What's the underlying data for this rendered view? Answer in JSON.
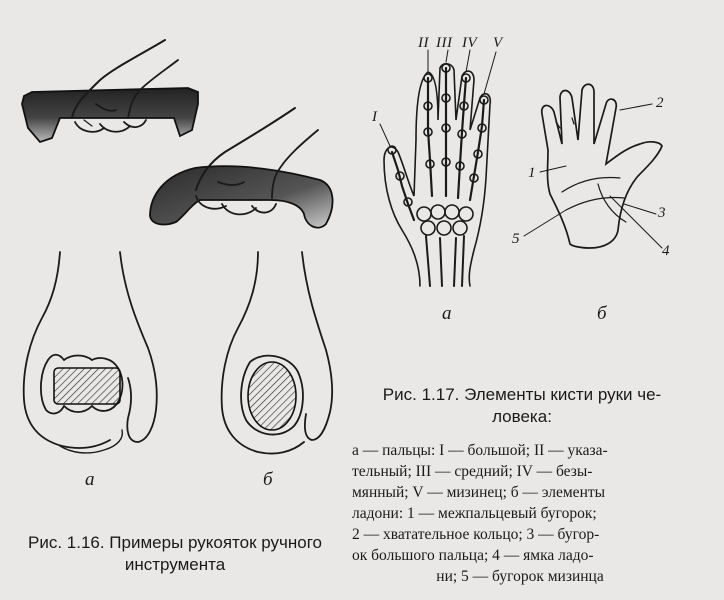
{
  "fig116": {
    "label_a": "а",
    "label_b": "б",
    "caption_line1": "Рис. 1.16. Примеры рукояток ручного",
    "caption_line2": "инструмента"
  },
  "fig117": {
    "roman_I": "I",
    "roman_II": "II",
    "roman_III": "III",
    "roman_IV": "IV",
    "roman_V": "V",
    "num_1": "1",
    "num_2": "2",
    "num_3": "3",
    "num_4": "4",
    "num_5": "5",
    "label_a": "а",
    "label_b": "б",
    "caption_title_line1": "Рис. 1.17. Элементы кисти руки че-",
    "caption_title_line2": "ловека:",
    "body": [
      "а — пальцы: I — большой; II — указа-",
      "тельный; III — средний; IV — безы-",
      "мянный; V — мизинец; б — элементы",
      "ладони: 1 — межпальцевый бугорок;",
      "2 — хватательное кольцо; 3 — бугор-",
      "ок большого пальца; 4 — ямка ладо-",
      "ни; 5 — бугорок мизинца"
    ]
  }
}
